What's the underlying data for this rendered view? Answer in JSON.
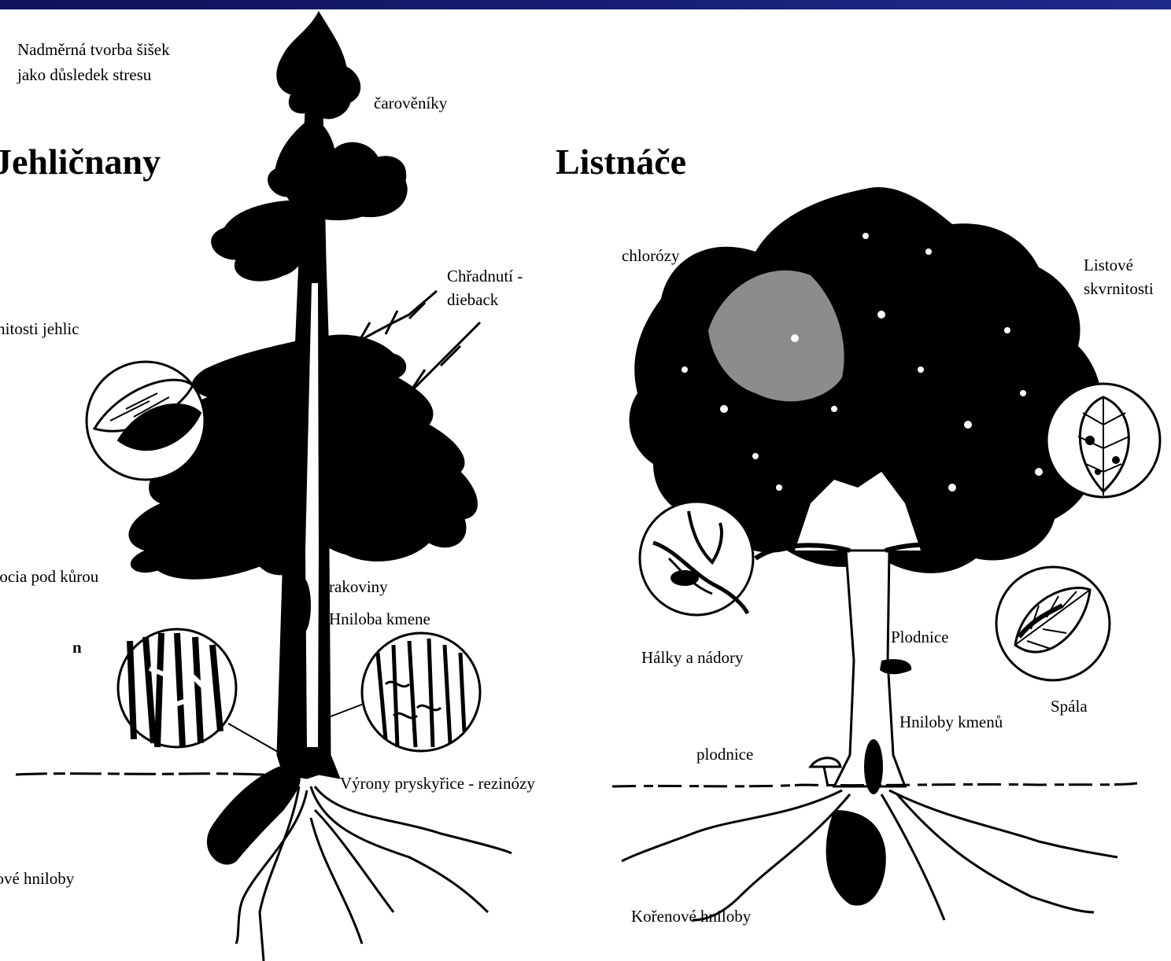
{
  "titles": {
    "left": "Jehličnany",
    "right": "Listnáče"
  },
  "labels": {
    "cones_line1": "Nadměrná tvorba šišek",
    "cones_line2": "jako důsledek stresu",
    "witches_broom": "čarověníky",
    "dieback_line1": "Chřadnutí -",
    "dieback_line2": "dieback",
    "needle_spots": "skvrnitosti jehlic",
    "bark_necrosis": "nekrocia pod kůrou",
    "cankers": "rakoviny",
    "stem_rot": "Hniloba kmene",
    "resin": "Výrony pryskyřice - rezinózy",
    "root_rot_left": "Kořenové hniloby",
    "chlorosis": "chlorózy",
    "leaf_spots_line1": "Listové",
    "leaf_spots_line2": "skvrnitosti",
    "galls": "Hálky a nádory",
    "fruiting_body": "Plodnice",
    "scorch": "Spála",
    "stem_rots": "Hniloby kmenů",
    "fruiting_body_lower": "plodnice",
    "root_rot_right": "Kořenové hniloby",
    "stray_mark": "n"
  },
  "colors": {
    "ink": "#000000",
    "paper": "#ffffff",
    "slide_bar": "#1a1f7a"
  }
}
